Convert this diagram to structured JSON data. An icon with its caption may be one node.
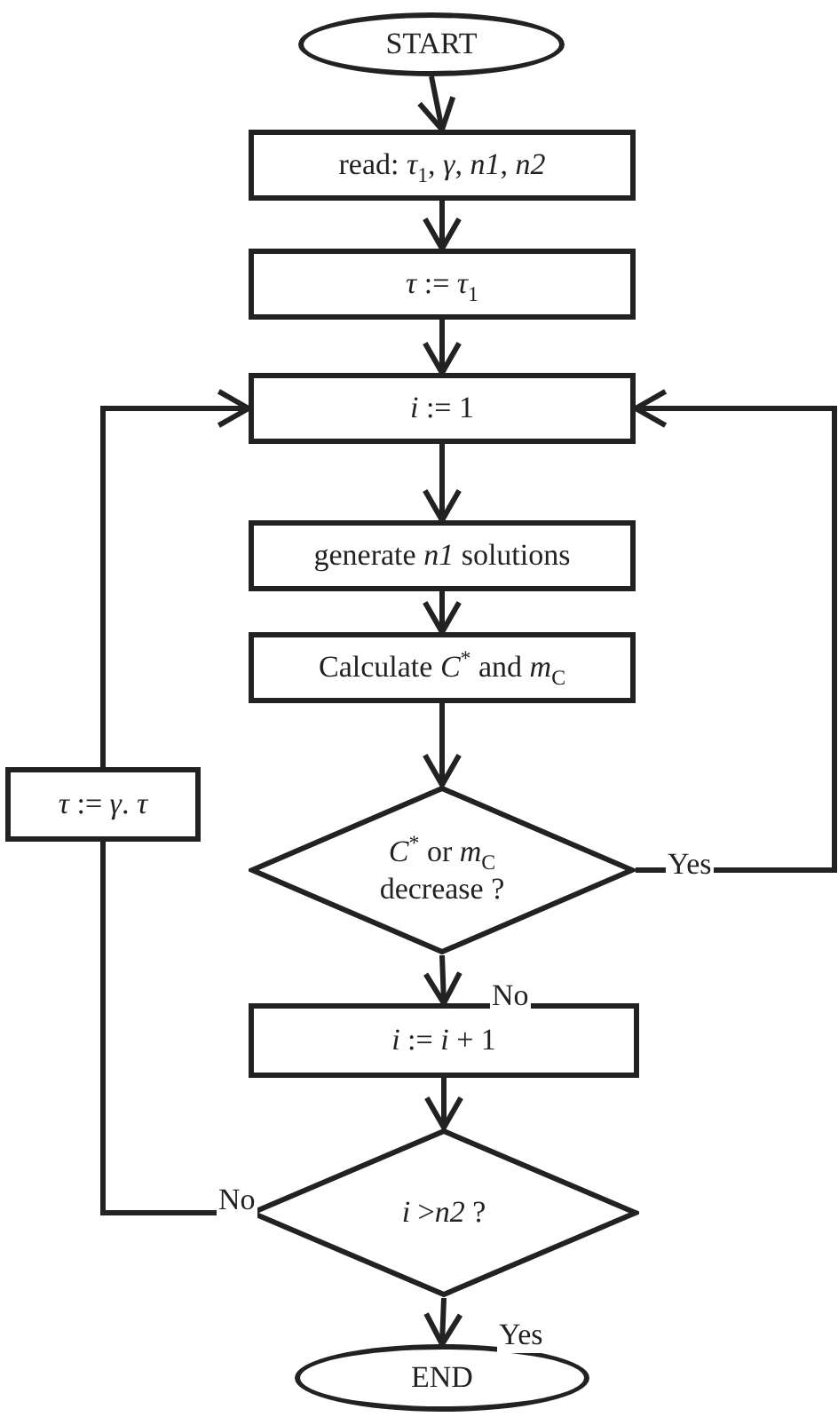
{
  "diagram": {
    "nodes": [
      {
        "text": [
          "START"
        ]
      },
      {
        "text": [
          "read: *τ*$_{1}$, *γ*, *n1*, *n2*"
        ]
      },
      {
        "text": [
          "*τ* := *τ*$_{1}$"
        ]
      },
      {
        "text": [
          "*i* := 1"
        ]
      },
      {
        "text": [
          "generate *n1* solutions"
        ]
      },
      {
        "text": [
          "Calculate *C*$^{*}$ and *m*$_{C}$"
        ]
      },
      {
        "text": [
          "*C*$^{*}$ or *m*$_{C}$ decrease ?"
        ]
      },
      {
        "text": [
          "*i* := *i* + 1"
        ]
      },
      {
        "text": [
          "*i* >*n2*  ?"
        ]
      },
      {
        "text": [
          "END"
        ]
      },
      {
        "text": [
          "*τ* := *γ*. *τ*"
        ]
      }
    ],
    "edges": [
      {
        "from": 0,
        "to": 1,
        "arrow": "to"
      },
      {
        "from": 1,
        "to": 2,
        "arrow": "to"
      },
      {
        "from": 2,
        "to": 3,
        "arrow": "to"
      },
      {
        "from": 3,
        "to": 4,
        "arrow": "to"
      },
      {
        "from": 4,
        "to": 5,
        "arrow": "to"
      },
      {
        "from": 5,
        "to": 6,
        "arrow": "to"
      },
      {
        "from": 6,
        "to": 3,
        "arrow": "to",
        "label": "Yes"
      },
      {
        "from": 6,
        "to": 7,
        "arrow": "to",
        "label": "No"
      },
      {
        "from": 7,
        "to": 8,
        "arrow": "to"
      },
      {
        "from": 8,
        "to": 10,
        "arrow": "none",
        "label": "No"
      },
      {
        "from": 10,
        "to": 3,
        "arrow": "to"
      },
      {
        "from": 8,
        "to": 9,
        "arrow": "to",
        "label": "Yes"
      }
    ]
  }
}
